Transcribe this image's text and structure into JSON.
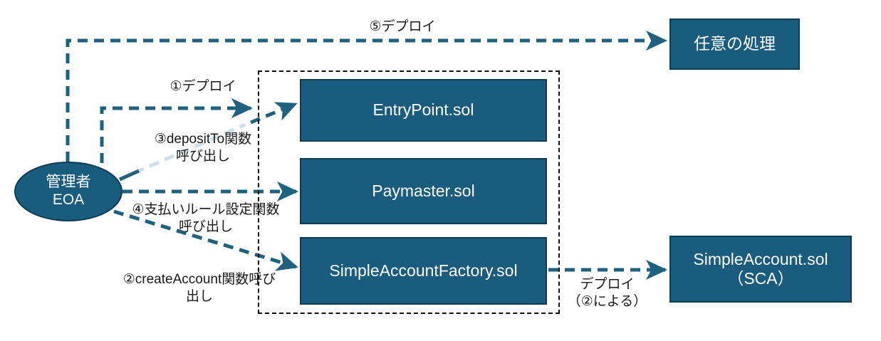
{
  "diagram": {
    "title": "ERC-4337 Account Abstraction deployment flow",
    "colors": {
      "node_fill": "#1a5c7e",
      "node_stroke": "#0e3c55",
      "node_text": "#ffffff",
      "arrow": "#1f6280",
      "arrow_faint": "#cfdfe7",
      "container_border": "#111111",
      "label_text": "#1a1a1a",
      "background": "#ffffff"
    },
    "actor": {
      "name": "admin-eoa",
      "line1": "管理者",
      "line2": "EOA",
      "text": "管理者\nEOA"
    },
    "contracts_container": {
      "name": "contracts-group"
    },
    "nodes": [
      {
        "id": "entrypoint",
        "label": "EntryPoint.sol"
      },
      {
        "id": "paymaster",
        "label": "Paymaster.sol"
      },
      {
        "id": "factory",
        "label": "SimpleAccountFactory.sol"
      },
      {
        "id": "arbitrary",
        "label": "任意の処理"
      },
      {
        "id": "simpleaccount",
        "label": "SimpleAccount.sol\n（SCA）",
        "line1": "SimpleAccount.sol",
        "line2": "（SCA）"
      }
    ],
    "edge_labels": [
      {
        "id": "edge-5",
        "text": "⑤デプロイ"
      },
      {
        "id": "edge-1",
        "text": "①デプロイ"
      },
      {
        "id": "edge-3",
        "text": "③depositTo関数\n呼び出し"
      },
      {
        "id": "edge-4",
        "text": "④支払いルール設定関数\n呼び出し"
      },
      {
        "id": "edge-2",
        "text": "②createAccount関数呼び\n出し"
      },
      {
        "id": "edge-deploy-by-2",
        "text": "デプロイ\n（②による）"
      }
    ]
  }
}
